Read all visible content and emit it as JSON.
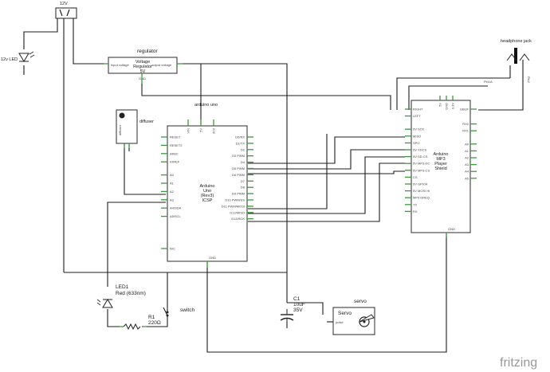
{
  "supply": {
    "label": "12V"
  },
  "led12": {
    "label": "12v LED"
  },
  "regulator": {
    "title": "regulator",
    "body": [
      "Voltage",
      "Regulator",
      "5V"
    ],
    "in_pin": "input voltage",
    "out_pin": "output voltage",
    "gnd_pin": "GND"
  },
  "diffuser": {
    "title": "diffuser",
    "body": "diffuser"
  },
  "arduino": {
    "title": "arduino uno",
    "body": [
      "Arduino",
      "Uno",
      "(Rev3)",
      "ICSP"
    ],
    "top_pins": [
      "VIN",
      "5V",
      "3V3"
    ],
    "left_pins": [
      "RESET",
      "RESET2",
      "AREF",
      "IOREF",
      "A0",
      "A1",
      "A2",
      "A3",
      "A4/SDA",
      "A5/SCL",
      "N/C"
    ],
    "right_pins": [
      "D0/RX",
      "D1/TX",
      "D2",
      "D3 PWM",
      "D4",
      "D5 PWM",
      "D6 PWM",
      "D7",
      "D8",
      "D9 PWM",
      "D10 PWM/SS",
      "D11 PWM/MOSI",
      "D12/MISO",
      "D13/SCK"
    ],
    "bottom_pin": "GND"
  },
  "mp3": {
    "body": [
      "Arduino",
      "MP3",
      "Player",
      "Shield"
    ],
    "top_pins": [
      "5V",
      "GND",
      "3.3V"
    ],
    "left_pins": [
      "RIGHT",
      "LEFT",
      "5V SCK",
      "MISO",
      "SPO",
      "5V XDCS",
      "5V SD-CS",
      "5V MP3-DC",
      "5V MP3-CS",
      "CS",
      "5V GPIO4",
      "5V MOSI HI",
      "MP3 DREQ",
      "TX",
      "RX"
    ],
    "right_pins": [
      "GBUF",
      "RX0",
      "RX1",
      "A0",
      "A1",
      "A2",
      "A3",
      "A4",
      "A5"
    ],
    "bottom_pin": "GND"
  },
  "jack": {
    "title": "headphone jack",
    "pin_left": "Pin1A",
    "pin_right": "Pin2"
  },
  "led1": {
    "name": "LED1",
    "desc": "Red (633nm)"
  },
  "r1": {
    "name": "R1",
    "value": "220Ω"
  },
  "switch": {
    "label": "switch"
  },
  "c1": {
    "name": "C1",
    "value": "10uF",
    "voltage": "35V"
  },
  "servo": {
    "title": "servo",
    "body": "Servo",
    "pulse": "pulse"
  },
  "brand": {
    "text": "fritzing"
  }
}
